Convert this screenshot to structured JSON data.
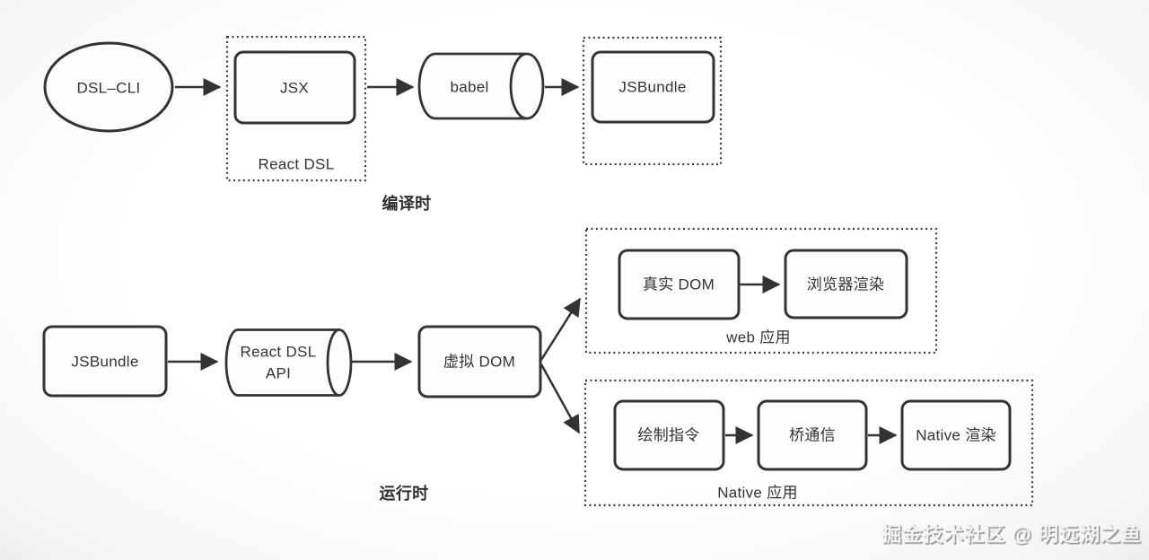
{
  "colors": {
    "line": "#333333",
    "background": "#fdfdfd",
    "text": "#333333"
  },
  "compile": {
    "stage_label": "编译时",
    "dsl_cli": "DSL–CLI",
    "jsx": "JSX",
    "react_dsl_group_label": "React DSL",
    "babel": "babel",
    "jsbundle": "JSBundle"
  },
  "runtime": {
    "stage_label": "运行时",
    "jsbundle": "JSBundle",
    "react_dsl_api": {
      "line1": "React DSL",
      "line2": "API"
    },
    "virtual_dom": "虚拟 DOM",
    "web_app": {
      "group_label": "web 应用",
      "real_dom": "真实 DOM",
      "browser_render": "浏览器渲染"
    },
    "native_app": {
      "group_label": "Native 应用",
      "draw_commands": "绘制指令",
      "bridge": "桥通信",
      "native_render": "Native 渲染"
    }
  },
  "watermark": "掘金技术社区 @ 明远湖之鱼"
}
